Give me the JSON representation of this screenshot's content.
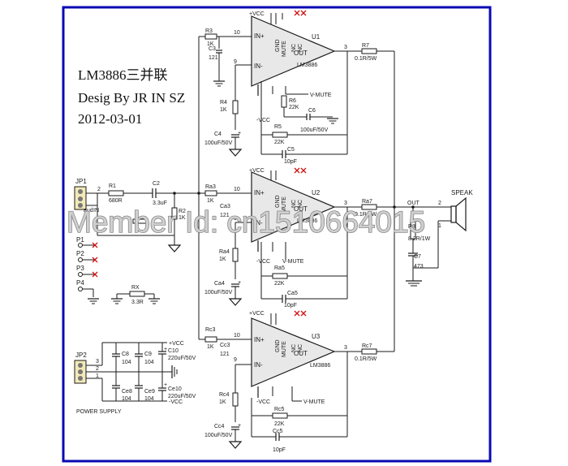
{
  "titles": {
    "line1": "LM3886三并联",
    "line2": "Desig By JR IN SZ",
    "line3": "2012-03-01"
  },
  "watermark": "Member Id: cn1510664015",
  "input": {
    "jp1": "JP1",
    "r1": "R1",
    "r1_val": "680R",
    "in_label": "IN",
    "aud_label": "aud",
    "c2": "C2",
    "c2_val": "3.3uF",
    "r2": "R2",
    "r2_val": "1K",
    "pins": [
      "P1",
      "P2",
      "P3",
      "P4"
    ],
    "rx": "RX",
    "rx_val": "3.3R"
  },
  "amp1": {
    "u": "U1",
    "part": "LM3886",
    "in_p": "IN+",
    "in_m": "IN-",
    "pin_p": "10",
    "pin_m": "9",
    "pin_out": "3",
    "vcc_p": "+VCC",
    "vcc_m": "-VCC",
    "r3": "R3",
    "r3_val": "1K",
    "c3": "C3",
    "c3_val": "121",
    "r4": "R4",
    "r4_val": "1K",
    "c4": "C4",
    "c4_val": "100uF/50V",
    "r5": "R5",
    "r5_val": "22K",
    "c5": "C5",
    "c5_val": "10pF",
    "r6": "R6",
    "r6_val": "22K",
    "c6": "C6",
    "c6_val": "100uF/50V",
    "r7": "R7",
    "r7_val": "0.1R/5W",
    "vmute": "V-MUTE",
    "out": "OUT",
    "gnd": "GND",
    "mute": "MUTE",
    "nc": "NC"
  },
  "amp2": {
    "u": "U2",
    "part": "LM3886",
    "in_p": "IN+",
    "in_m": "IN-",
    "pin_p": "10",
    "pin_m": "9",
    "pin_out": "3",
    "vcc_p": "+VCC",
    "vcc_m": "-VCC",
    "r3": "Ra3",
    "r3_val": "1K",
    "c3": "Ca3",
    "c3_val": "121",
    "r4": "Ra4",
    "r4_val": "1K",
    "c4": "Ca4",
    "c4_val": "100uF/50V",
    "r5": "Ra5",
    "r5_val": "22K",
    "c5": "Ca5",
    "c5_val": "10pF",
    "r7": "Ra7",
    "r7_val": "0.1R/5W",
    "vmute": "V-MUTE",
    "out": "OUT",
    "gnd": "GND",
    "mute": "MUTE",
    "nc": "NC"
  },
  "amp3": {
    "u": "U3",
    "part": "LM3886",
    "in_p": "IN+",
    "in_m": "IN-",
    "pin_p": "10",
    "pin_m": "9",
    "pin_out": "3",
    "vcc_p": "+VCC",
    "vcc_m": "-VCC",
    "r3": "Rc3",
    "r3_val": "1K",
    "c3": "Cc3",
    "c3_val": "121",
    "r4": "Rc4",
    "r4_val": "1K",
    "c4": "Cc4",
    "c4_val": "100uF/50V",
    "r5": "Rc5",
    "r5_val": "22K",
    "c5": "Cc5",
    "c5_val": "10pF",
    "r7": "Rc7",
    "r7_val": "0.1R/5W",
    "vmute": "V-MUTE",
    "out": "OUT",
    "gnd": "GND",
    "mute": "MUTE",
    "nc": "NC"
  },
  "output": {
    "out": "OUT",
    "r8": "R8",
    "r8_val": "8.2R/1W",
    "c7": "C7",
    "c7_val": "473",
    "speak": "SPEAK",
    "pin1": "1",
    "pin2": "2"
  },
  "power": {
    "jp2": "JP2",
    "label": "POWER SUPPLY",
    "c8": "C8",
    "c8_val": "104",
    "c9": "C9",
    "c9_val": "104",
    "c10": "C10",
    "c10_val": "220uF/50V",
    "ce8": "Ce8",
    "ce8_val": "104",
    "ce9": "Ce9",
    "ce9_val": "104",
    "ce10": "Ce10",
    "ce10_val": "220uF/50V",
    "vcc_p": "+VCC",
    "vcc_m": "-VCC",
    "pins": [
      "3",
      "2",
      "1"
    ]
  },
  "colors": {
    "border": "#0a0ab4",
    "nc_mark": "#d01515",
    "ink": "#1a1a1a"
  }
}
